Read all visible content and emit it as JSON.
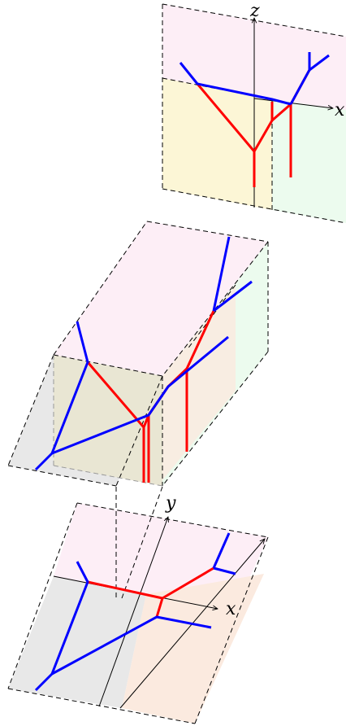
{
  "axes": {
    "top_z": "z",
    "top_x": "x",
    "bottom_y": "y",
    "bottom_x": "x"
  },
  "colors": {
    "blue_curve": "#0000ff",
    "red_curve": "#ff0000",
    "region_pink": "#fdeef6",
    "region_yellow": "#fcf6d6",
    "region_green": "#ecfbee",
    "region_gray": "#e8e8e8",
    "region_orange": "#fbeadf",
    "region_olive": "#e9e6d3"
  }
}
